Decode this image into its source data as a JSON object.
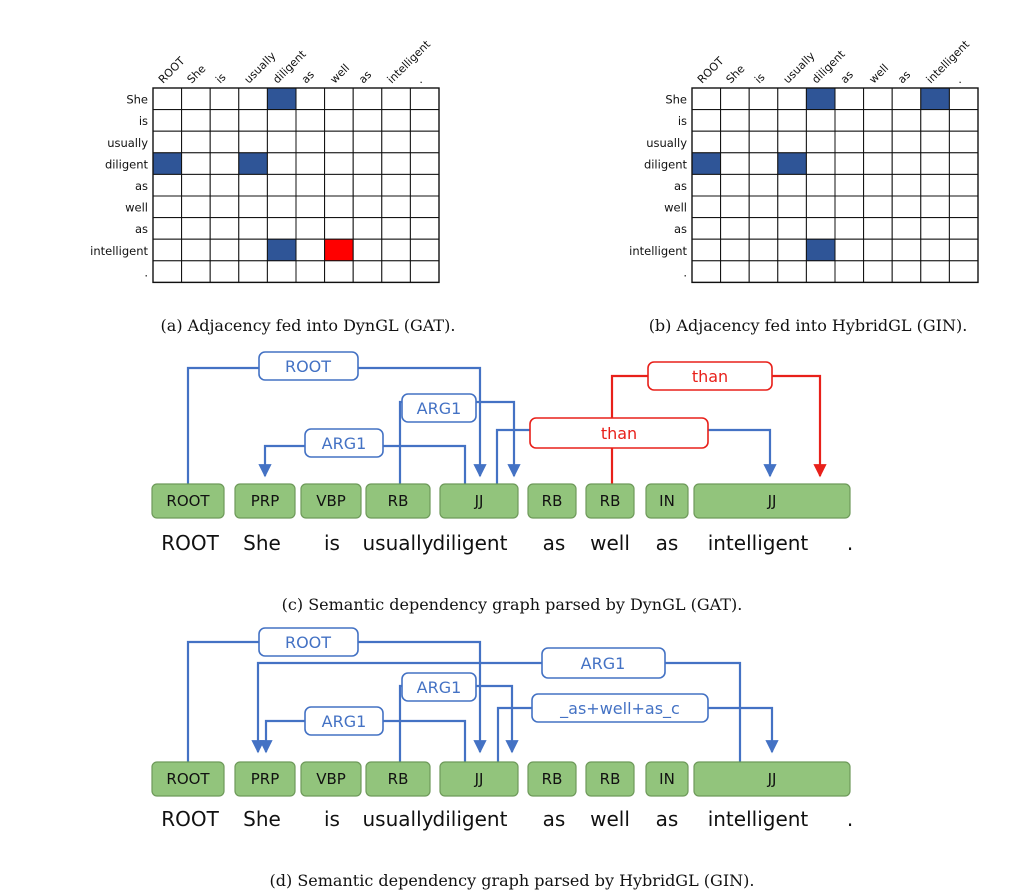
{
  "colors": {
    "blue_cell": "#2f5597",
    "red_cell": "#ff0000",
    "blue_edge": "#4472c4",
    "red_edge": "#e8201a",
    "tag_fill": "#92c47c",
    "tag_stroke": "#6e9a5a"
  },
  "matrix_a": {
    "caption": "(a) Adjacency fed into DynGL (GAT).",
    "columns": [
      "ROOT",
      "She",
      "is",
      "usually",
      "diligent",
      "as",
      "well",
      "as",
      "intelligent",
      "."
    ],
    "rows": [
      "She",
      "is",
      "usually",
      "diligent",
      "as",
      "well",
      "as",
      "intelligent",
      "."
    ],
    "blue_cells": [
      [
        0,
        4
      ],
      [
        3,
        0
      ],
      [
        3,
        3
      ],
      [
        7,
        4
      ]
    ],
    "red_cells": [
      [
        7,
        6
      ]
    ]
  },
  "matrix_b": {
    "caption": "(b) Adjacency fed into HybridGL (GIN).",
    "columns": [
      "ROOT",
      "She",
      "is",
      "usually",
      "diligent",
      "as",
      "well",
      "as",
      "intelligent",
      "."
    ],
    "rows": [
      "She",
      "is",
      "usually",
      "diligent",
      "as",
      "well",
      "as",
      "intelligent",
      "."
    ],
    "blue_cells": [
      [
        0,
        4
      ],
      [
        0,
        8
      ],
      [
        3,
        0
      ],
      [
        3,
        3
      ],
      [
        7,
        4
      ]
    ],
    "red_cells": []
  },
  "graph_c": {
    "caption": "(c) Semantic dependency graph parsed by DynGL (GAT).",
    "tags": [
      "ROOT",
      "PRP",
      "VBP",
      "RB",
      "JJ",
      "RB",
      "RB",
      "IN",
      "JJ"
    ],
    "words": [
      "ROOT",
      "She",
      "is",
      "usually",
      "diligent",
      "as",
      "well",
      "as",
      "intelligent",
      "."
    ],
    "edge_labels": {
      "root": "ROOT",
      "arg1_a": "ARG1",
      "arg1_b": "ARG1",
      "than_a": "than",
      "than_b": "than"
    }
  },
  "graph_d": {
    "caption": "(d) Semantic dependency graph parsed by HybridGL (GIN).",
    "tags": [
      "ROOT",
      "PRP",
      "VBP",
      "RB",
      "JJ",
      "RB",
      "RB",
      "IN",
      "JJ"
    ],
    "words": [
      "ROOT",
      "She",
      "is",
      "usually",
      "diligent",
      "as",
      "well",
      "as",
      "intelligent",
      "."
    ],
    "edge_labels": {
      "root": "ROOT",
      "arg1_long": "ARG1",
      "arg1_a": "ARG1",
      "arg1_b": "ARG1",
      "mwe": "_as+well+as_c"
    }
  }
}
